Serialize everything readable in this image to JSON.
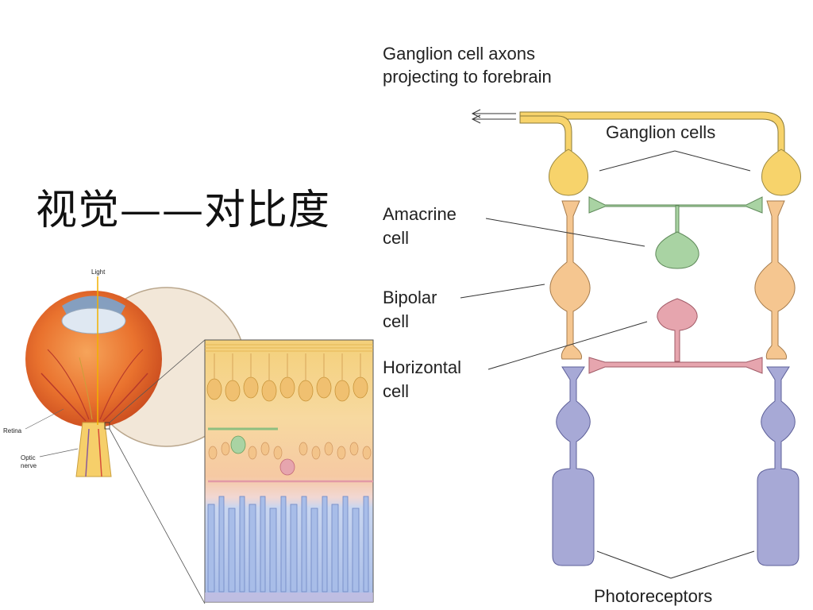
{
  "title": "视觉——对比度",
  "eye": {
    "light_label": "Light",
    "retina_label": "Retina",
    "optic_label_1": "Optic",
    "optic_label_2": "nerve"
  },
  "circuit": {
    "axons_label_1": "Ganglion cell axons",
    "axons_label_2": "projecting to forebrain",
    "ganglion_label": "Ganglion cells",
    "amacrine_label_1": "Amacrine",
    "amacrine_label_2": "cell",
    "bipolar_label_1": "Bipolar",
    "bipolar_label_2": "cell",
    "horizontal_label_1": "Horizontal",
    "horizontal_label_2": "cell",
    "photoreceptors_label": "Photoreceptors"
  },
  "colors": {
    "ganglion": "#f7d36b",
    "amacrine": "#a9d3a3",
    "bipolar": "#f5c690",
    "horizontal": "#e6a5ae",
    "photoreceptor": "#a7a9d6"
  }
}
